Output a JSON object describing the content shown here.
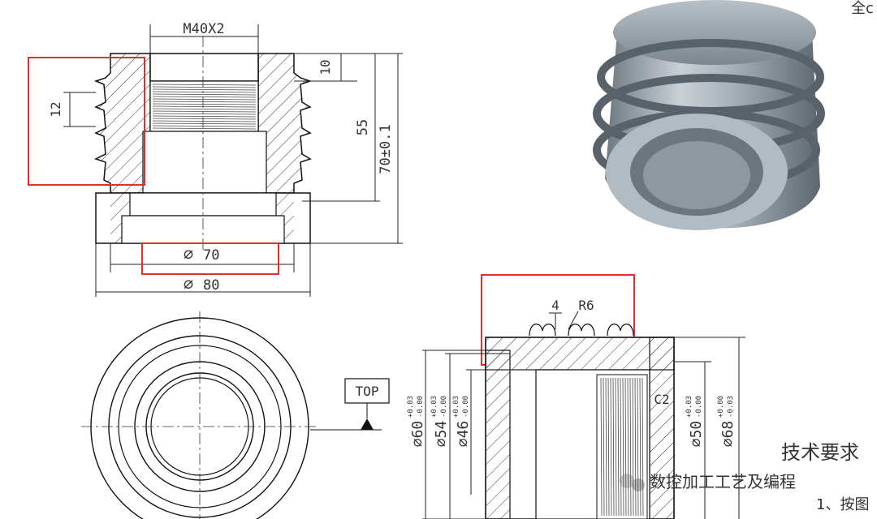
{
  "top_right_fragment": "全c",
  "section_view": {
    "thread_label": "M40X2",
    "dim_10": "10",
    "dim_12": "12",
    "dim_55": "55",
    "dim_70_tol": "70±0.1",
    "dia_70": "70",
    "dia_80": "80"
  },
  "top_label": "TOP",
  "side_view": {
    "groove_label": "4",
    "radius_label": "R6",
    "chamfer_label": "C2",
    "dia_60": "60",
    "dia_60_tol_upper": "+0.03",
    "dia_60_tol_lower": "-0.00",
    "dia_54": "54",
    "dia_54_tol_upper": "+0.03",
    "dia_54_tol_lower": "-0.00",
    "dia_46": "46",
    "dia_46_tol_upper": "+0.03",
    "dia_46_tol_lower": "-0.00",
    "dia_50": "50",
    "dia_50_tol_upper": "+0.03",
    "dia_50_tol_lower": "-0.00",
    "dia_68": "68",
    "dia_68_tol_upper": "+0.00",
    "dia_68_tol_lower": "-0.03"
  },
  "tech_requirements": {
    "heading": "技术要求",
    "item_1": "1、按图"
  },
  "watermark": "数控加工工艺及编程",
  "colors": {
    "line": "#111111",
    "highlight": "#e0302b",
    "model": "#9aa3ad"
  }
}
